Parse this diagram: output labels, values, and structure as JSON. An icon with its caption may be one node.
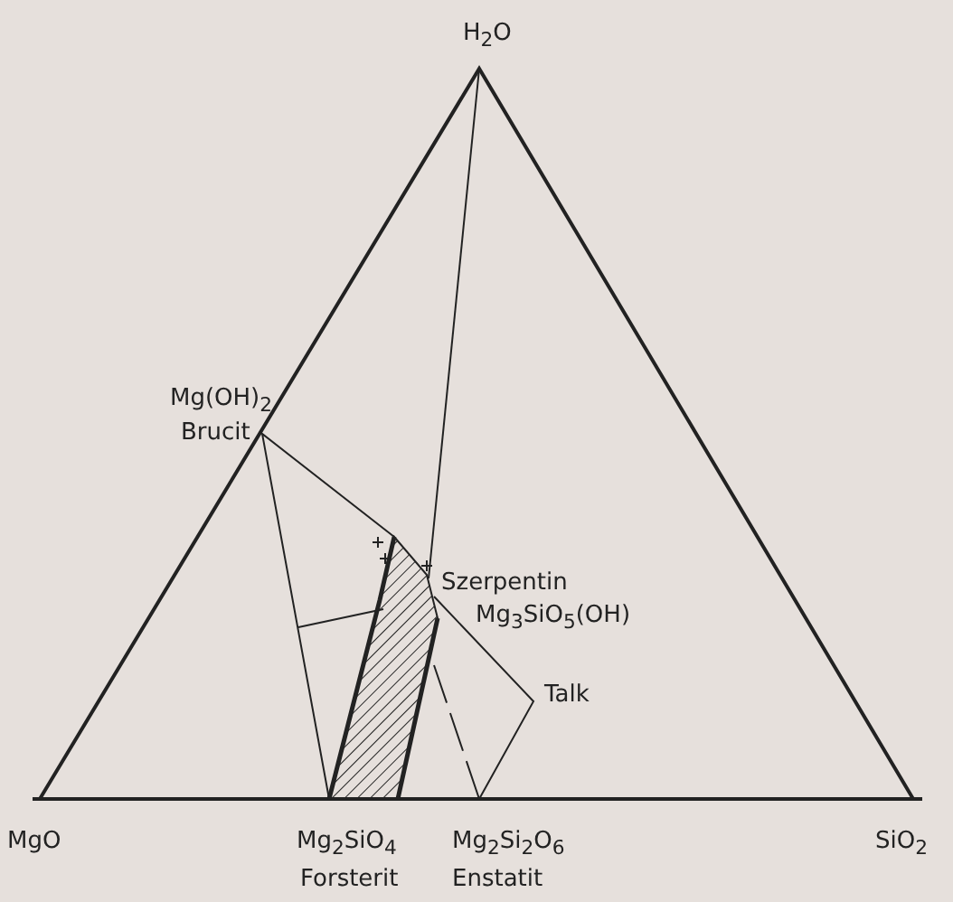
{
  "diagram": {
    "labels": [
      "H$_{2}$O",
      "Mg(OH)$_{2}$",
      "Brucit",
      "Szerpentin",
      "Mg$_{3}$SiO$_{5}$(OH)",
      "Talk",
      "MgO",
      "Mg$_{2}$SiO$_{4}$",
      "Mg$_{2}$Si$_{2}$O$_{6}$",
      "SiO$_{2}$",
      "Forsterit",
      "Enstatit"
    ]
  }
}
